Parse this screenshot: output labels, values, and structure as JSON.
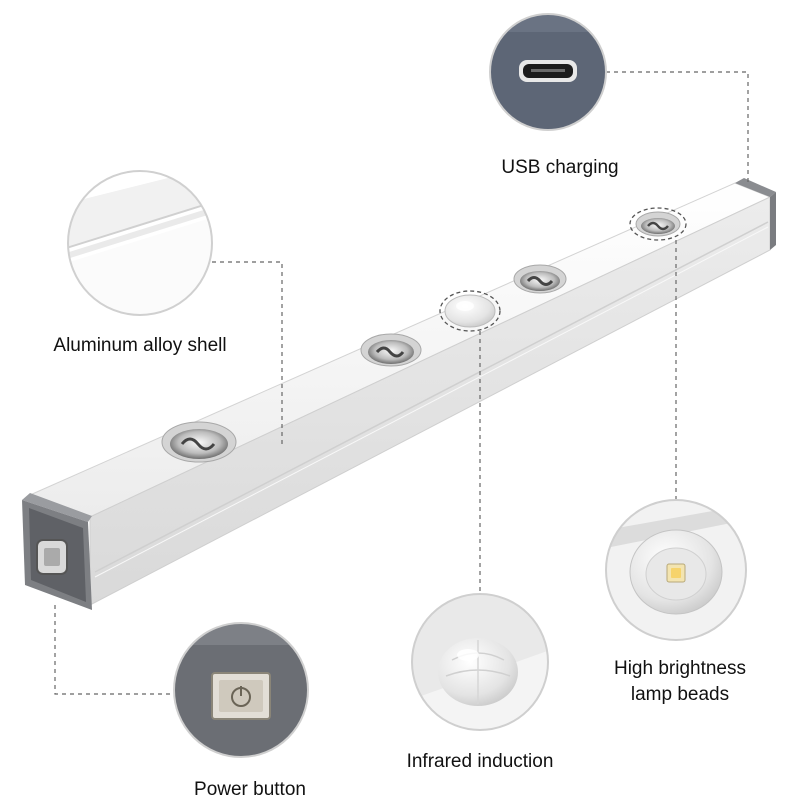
{
  "callouts": {
    "usb": "USB charging",
    "shell": "Aluminum alloy shell",
    "power": "Power button",
    "infrared": "Infrared induction",
    "beads_line1": "High brightness",
    "beads_line2": "lamp beads"
  },
  "colors": {
    "background": "#ffffff",
    "bar_top": "#f7f7f7",
    "bar_front": "#e6e6e6",
    "end_cap": "#7d7f83",
    "usb_panel": "#5d6676",
    "power_panel": "#6b6e74",
    "leader_line": "#666666"
  },
  "icons": {
    "usb": "micro-usb-port-icon",
    "power": "power-button-icon",
    "infrared": "pir-sensor-dome-icon",
    "led": "led-chip-icon"
  }
}
